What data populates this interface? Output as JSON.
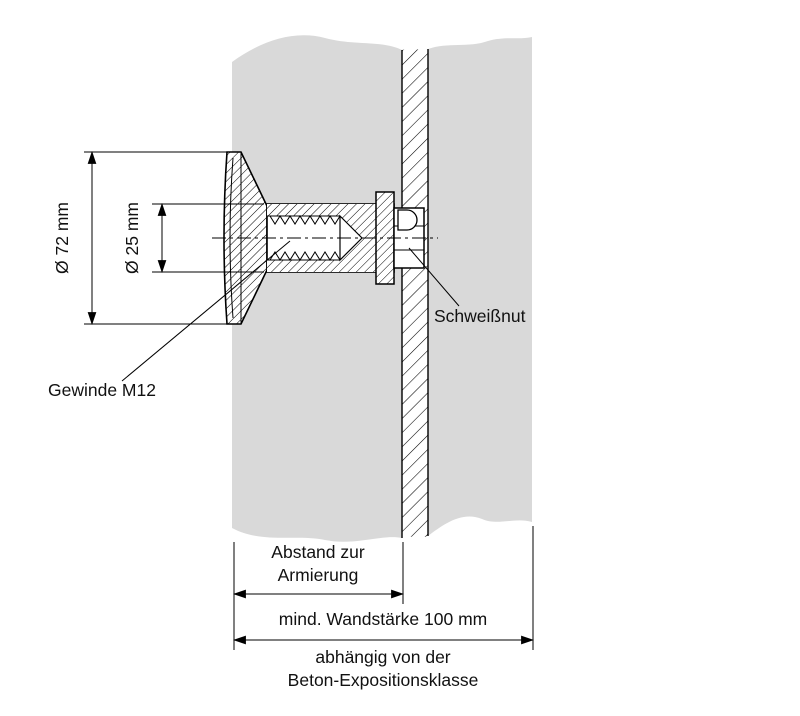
{
  "figure": {
    "background": "#ffffff",
    "wall_color": "#d9d9d9",
    "line_color": "#000000",
    "dimensions": {
      "outer_diameter": "Ø 72 mm",
      "inner_diameter": "Ø 25 mm"
    },
    "callouts": {
      "thread": "Gewinde M12",
      "weld_groove": "Schweißnut"
    },
    "bottom_dimensions": {
      "rebar_distance_line1": "Abstand zur",
      "rebar_distance_line2": "Armierung",
      "wall_thickness": "mind. Wandstärke 100 mm",
      "note_line1": "abhängig von der",
      "note_line2": "Beton-Expositionsklasse"
    }
  }
}
